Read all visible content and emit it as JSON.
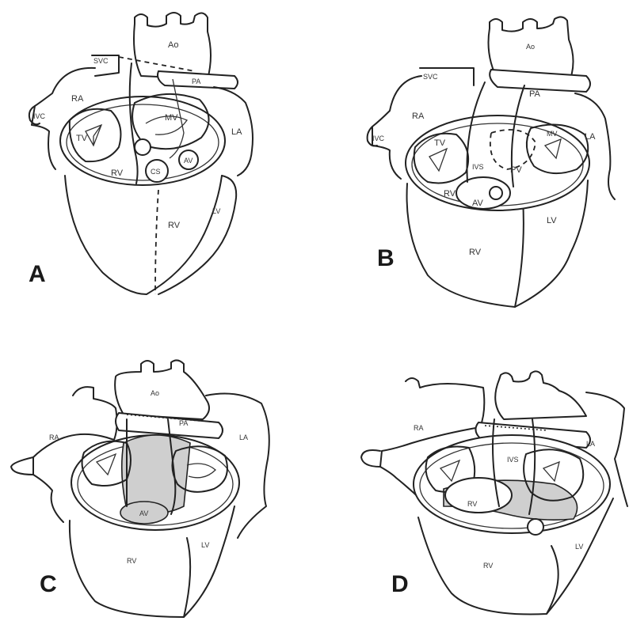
{
  "panels": {
    "a": {
      "letter": "A",
      "labels": {
        "svc": "SVC",
        "ao": "Ao",
        "pa": "PA",
        "ra": "RA",
        "ivc": "IVC",
        "tv": "TV",
        "mv": "MV",
        "la": "LA",
        "rv_inner": "RV",
        "cs": "CS",
        "av": "AV",
        "rv_outer": "RV",
        "lv": "LV"
      }
    },
    "b": {
      "letter": "B",
      "labels": {
        "ao": "Ao",
        "svc": "SVC",
        "pa": "PA",
        "ra": "RA",
        "ivc": "IVC",
        "tv": "TV",
        "mv": "MV",
        "la": "LA",
        "ivs": "IVS",
        "pv": "PV",
        "rv_inner": "RV",
        "av": "AV",
        "rv_outer": "RV",
        "lv": "LV"
      }
    },
    "c": {
      "letter": "C",
      "labels": {
        "ao": "Ao",
        "pa": "PA",
        "ra": "RA",
        "la": "LA",
        "av": "AV",
        "rv": "RV",
        "lv": "LV"
      }
    },
    "d": {
      "letter": "D",
      "labels": {
        "ra": "RA",
        "la": "LA",
        "ivs": "IVS",
        "rv_inner": "RV",
        "rv_outer": "RV",
        "lv": "LV"
      }
    }
  }
}
